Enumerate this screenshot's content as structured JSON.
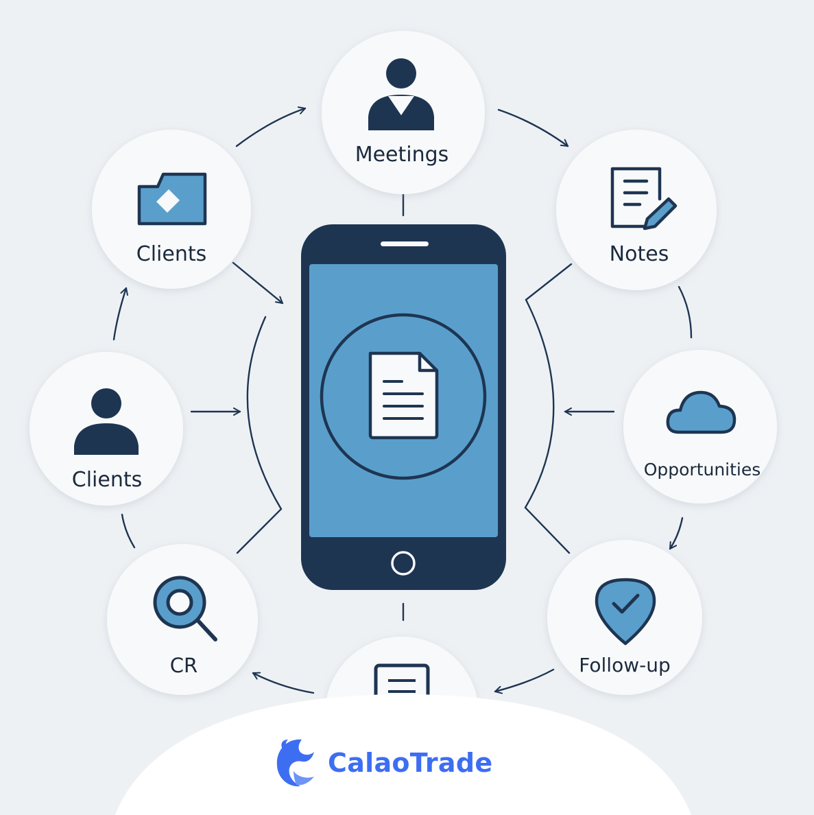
{
  "diagram": {
    "nodes": [
      {
        "id": "meetings",
        "label": "Meetings",
        "icon": "person-tie-icon"
      },
      {
        "id": "notes",
        "label": "Notes",
        "icon": "notepad-pen-icon"
      },
      {
        "id": "opportunities",
        "label": "Opportunities",
        "icon": "cloud-icon"
      },
      {
        "id": "follow-up",
        "label": "Follow-up",
        "icon": "check-pin-icon"
      },
      {
        "id": "bottom",
        "label": "",
        "icon": "document-icon"
      },
      {
        "id": "cr",
        "label": "CR",
        "icon": "magnifier-icon"
      },
      {
        "id": "clients-person",
        "label": "Clients",
        "icon": "person-icon"
      },
      {
        "id": "clients-folder",
        "label": "Clients",
        "icon": "folder-icon"
      }
    ],
    "center": {
      "device": "smartphone",
      "icon": "document-icon",
      "screen_color": "#5a9fcc"
    }
  },
  "colors": {
    "background": "#eef1f4",
    "node_fill": "#f8f9fa",
    "dark_navy": "#1e3552",
    "accent_blue": "#5a9fcc",
    "brand_blue": "#3d6ef2"
  },
  "brand": {
    "name": "CalaoTrade",
    "logo_icon": "calao-bird-icon"
  }
}
